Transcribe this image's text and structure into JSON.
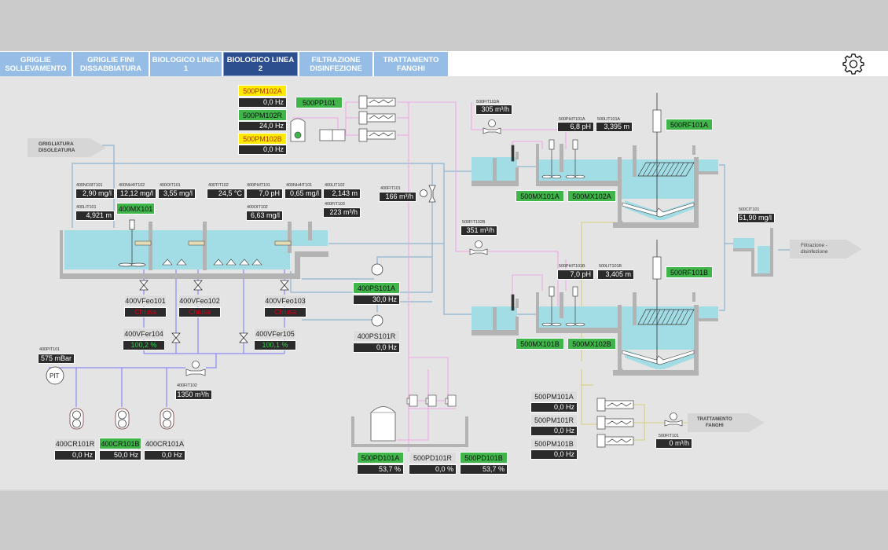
{
  "tabs": [
    {
      "label": "GRIGLIE\nSOLLEVAMENTO",
      "active": false
    },
    {
      "label": "GRIGLIE FINI\nDISSABBIATURA",
      "active": false
    },
    {
      "label": "BIOLOGICO LINEA 1",
      "active": false
    },
    {
      "label": "BIOLOGICO LINEA 2",
      "active": true
    },
    {
      "label": "FILTRAZIONE\nDISINFEZIONE",
      "active": false
    },
    {
      "label": "TRATTAMENTO\nFANGHI",
      "active": false
    }
  ],
  "settings_icon": "gear-icon",
  "flow_labels": {
    "inlet": "GRIGLIATURA\nDISOLEATURA",
    "outlet_filtration": "Filtrazione -\ndisinfezione",
    "outlet_sludge": "TRATTAMENTO\nFANGHI"
  },
  "instruments": {
    "n400NO3IT101": {
      "tag": "400NO3IT101",
      "value": "2,90 mg/l"
    },
    "n400NH4IT102": {
      "tag": "400NH4IT102",
      "value": "12,12 mg/l"
    },
    "n400OIT101": {
      "tag": "400OIT101",
      "value": "3,55 mg/l"
    },
    "n400TIT102": {
      "tag": "400TIT102",
      "value": "24,5 °C"
    },
    "n400PHIT101": {
      "tag": "400PHIT101",
      "value": "7,0 pH"
    },
    "n400NH4IT101": {
      "tag": "400NH4IT101",
      "value": "0,65 mg/l"
    },
    "n400LIT102": {
      "tag": "400LIT102",
      "value": "2,143 m"
    },
    "n400LIT101": {
      "tag": "400LIT101",
      "value": "4,921 m"
    },
    "n400OIT102": {
      "tag": "400OIT102",
      "value": "6,63 mg/l"
    },
    "n400FIT103": {
      "tag": "400FIT103",
      "value": "223 m³/h"
    },
    "n400FIT101": {
      "tag": "400FIT101",
      "value": "166 m³/h"
    },
    "n400PIT101": {
      "tag": "400PIT101",
      "value": "575 mBar"
    },
    "n400FIT102": {
      "tag": "400FIT102",
      "value": "1350 m³/h"
    },
    "n500FIT102A": {
      "tag": "500FIT102A",
      "value": "305 m³/h"
    },
    "n500FIT102B": {
      "tag": "500FIT102B",
      "value": "351 m³/h"
    },
    "n500PHIT101A": {
      "tag": "500PHIT101A",
      "value": "6,8 pH"
    },
    "n500LIT101A": {
      "tag": "500LIT101A",
      "value": "3,395 m"
    },
    "n500PHIT101B": {
      "tag": "500PHIT101B",
      "value": "7,0 pH"
    },
    "n500LIT101B": {
      "tag": "500LIT101B",
      "value": "3,405 m"
    },
    "n500CIT101": {
      "tag": "500CIT101",
      "value": "51,90 mg/l"
    },
    "n500FIT101": {
      "tag": "500FIT101",
      "value": "0 m³/h"
    }
  },
  "equipment": {
    "n500PM102A": {
      "tag": "500PM102A",
      "value": "0,0 Hz",
      "state": "yellow"
    },
    "n500PM102R": {
      "tag": "500PM102R",
      "value": "24,0 Hz",
      "state": "green"
    },
    "n500PM102B": {
      "tag": "500PM102B",
      "value": "0,0 Hz",
      "state": "yellow"
    },
    "n500PP101": {
      "tag": "500PP101",
      "state": "green"
    },
    "n400MX101": {
      "tag": "400MX101",
      "state": "green"
    },
    "n400VFeo101": {
      "tag": "400VFeo101",
      "value": "Chiusa"
    },
    "n400VFeo102": {
      "tag": "400VFeo102",
      "value": "Chiusa"
    },
    "n400VFeo103": {
      "tag": "400VFeo103",
      "value": "Chiusa"
    },
    "n400VFer104": {
      "tag": "400VFer104",
      "value": "100,2 %"
    },
    "n400VFer105": {
      "tag": "400VFer105",
      "value": "100,1 %"
    },
    "n400CR101R": {
      "tag": "400CR101R",
      "value": "0,0 Hz",
      "state": "off"
    },
    "n400CR101B": {
      "tag": "400CR101B",
      "value": "50,0 Hz",
      "state": "green"
    },
    "n400CR101A": {
      "tag": "400CR101A",
      "value": "0,0 Hz",
      "state": "off"
    },
    "n400PS101A": {
      "tag": "400PS101A",
      "value": "30,0 Hz",
      "state": "green"
    },
    "n400PS101R": {
      "tag": "400PS101R",
      "value": "0,0 Hz",
      "state": "off"
    },
    "n500MX101A": {
      "tag": "500MX101A",
      "state": "green"
    },
    "n500MX102A": {
      "tag": "500MX102A",
      "state": "green"
    },
    "n500MX101B": {
      "tag": "500MX101B",
      "state": "green"
    },
    "n500MX102B": {
      "tag": "500MX102B",
      "state": "green"
    },
    "n500RF101A": {
      "tag": "500RF101A",
      "state": "green"
    },
    "n500RF101B": {
      "tag": "500RF101B",
      "state": "green"
    },
    "n500PD101A": {
      "tag": "500PD101A",
      "value": "53,7 %",
      "state": "green"
    },
    "n500PD101R": {
      "tag": "500PD101R",
      "value": "0,0 %",
      "state": "off"
    },
    "n500PD101B": {
      "tag": "500PD101B",
      "value": "53,7 %",
      "state": "green"
    },
    "n500PM101A": {
      "tag": "500PM101A",
      "value": "0,0 Hz",
      "state": "off"
    },
    "n500PM101R": {
      "tag": "500PM101R",
      "value": "0,0 Hz",
      "state": "off"
    },
    "n500PM101B": {
      "tag": "500PM101B",
      "value": "0,0 Hz",
      "state": "off"
    }
  },
  "pit_symbol_label": "PIT",
  "colors": {
    "water": "#a2dde6",
    "wall": "#b3b3b3",
    "air_line": "#8b8bf5",
    "water_line": "#8fb3cf",
    "chem_line": "#f0a8e8",
    "sludge_line": "#d6cf7a",
    "running": "#3fb54a",
    "warning": "#ffea00",
    "tab_inactive": "#95bde6",
    "tab_active": "#2e4f8f"
  }
}
